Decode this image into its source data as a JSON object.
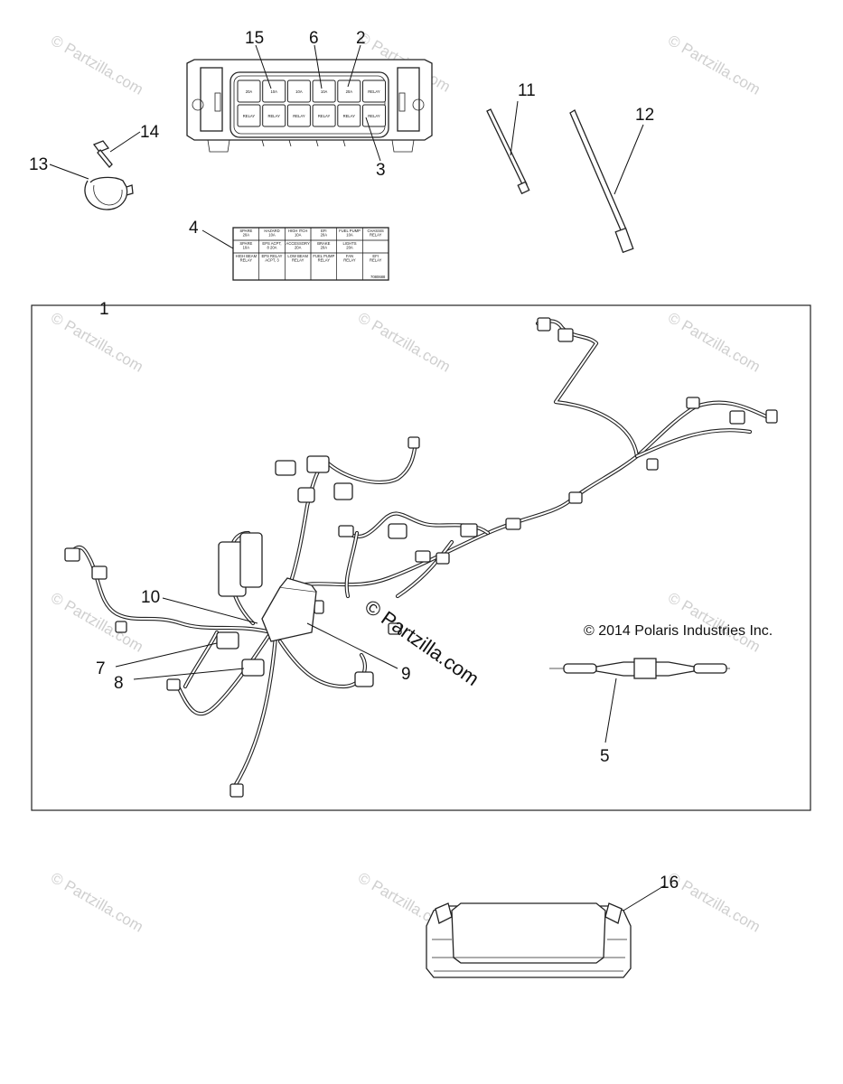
{
  "callouts": {
    "c1": "1",
    "c2": "2",
    "c3": "3",
    "c4": "4",
    "c5": "5",
    "c6": "6",
    "c7": "7",
    "c8": "8",
    "c9": "9",
    "c10": "10",
    "c11": "11",
    "c12": "12",
    "c13": "13",
    "c14": "14",
    "c15": "15",
    "c16": "16"
  },
  "copyright": "© 2014 Polaris Industries Inc.",
  "watermark": "© Partzilla.com",
  "center_watermark": "© Partzilla.com",
  "fuse_labels": {
    "top": [
      "20A",
      "10A",
      "10A",
      "10A",
      "20A",
      "RELAY"
    ],
    "bottom": [
      "RELAY",
      "RELAY",
      "RELAY",
      "RELAY",
      "RELAY",
      "RELAY"
    ]
  },
  "label_card": {
    "row1": [
      "SPARE 20A",
      "HAZARD 10A",
      "HIGH ITCH 10A",
      "EFI 20A",
      "FUEL PUMP 10A",
      "CHASSIS RELAY"
    ],
    "row2": [
      "SPARE 10A",
      "EPS ACPT, 8 20A",
      "ACCESSORY 20A",
      "BRAKE 20A",
      "LIGHTS 20A",
      ""
    ],
    "row3": [
      "HIGH BEAM RELAY",
      "EPS RELAY ACPT, 3",
      "LOW BEAM RELAY",
      "FUEL PUMP RELAY",
      "FAN RELAY",
      "EFI RELAY"
    ],
    "code": "7080688"
  }
}
